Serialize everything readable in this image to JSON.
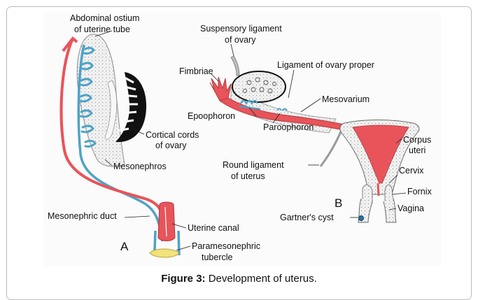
{
  "labels": {
    "abdominal_ostium_1": "Abdominal ostium",
    "abdominal_ostium_2": "of uterine tube",
    "cortical_cords_1": "Cortical cords",
    "cortical_cords_2": "of ovary",
    "mesonephros": "Mesonephros",
    "mesonephric_duct": "Mesonephric duct",
    "uterine_canal": "Uterine canal",
    "paramesonephric_1": "Paramesonephric",
    "paramesonephric_2": "tubercle",
    "panel_a": "A",
    "suspensory_1": "Suspensory ligament",
    "suspensory_2": "of ovary",
    "ligament_ovary_proper": "Ligament of ovary proper",
    "fimbriae": "Fimbriae",
    "mesovarium": "Mesovarium",
    "epoophoron": "Epoophoron",
    "paroophoron": "Paroophoron",
    "corpus_1": "Corpus",
    "corpus_2": "uteri",
    "round_ligament_1": "Round ligament",
    "round_ligament_2": "of uterus",
    "cervix": "Cervix",
    "fornix": "Fornix",
    "panel_b": "B",
    "vagina": "Vagina",
    "gartners_cyst": "Gartner's cyst"
  },
  "caption": {
    "prefix": "Figure 3:",
    "text": " Development of uterus."
  },
  "colors": {
    "paramesonephric_red": "#e8545a",
    "mesonephric_blue": "#4ea3c6",
    "cortical_black": "#111111",
    "stipple_gray": "#d4d4d4",
    "tubercle_yellow": "#f2e27a"
  }
}
